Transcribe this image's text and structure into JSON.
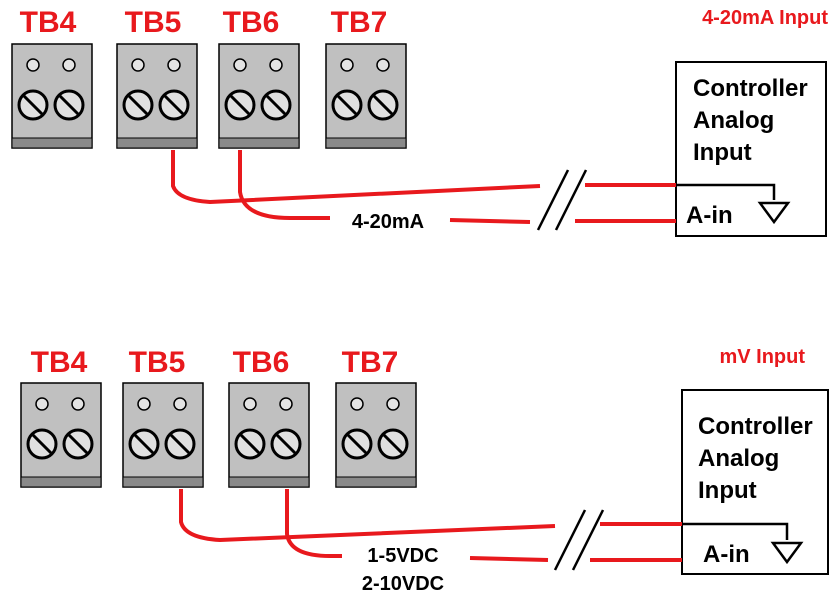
{
  "colors": {
    "label_red": "#e8191d",
    "wire_red": "#e8191d",
    "block_fill": "#c0c0c0",
    "block_shadow": "#8a8a8a",
    "stroke": "#000000"
  },
  "diagrams": [
    {
      "title": "4-20mA Input",
      "terminals": [
        {
          "label": "TB4"
        },
        {
          "label": "TB5"
        },
        {
          "label": "TB6"
        },
        {
          "label": "TB7"
        }
      ],
      "controller": {
        "lines": [
          "Controller",
          "Analog",
          "Input"
        ],
        "pin_label": "A-in"
      },
      "signal_labels": [
        "4-20mA"
      ]
    },
    {
      "title": "mV Input",
      "terminals": [
        {
          "label": "TB4"
        },
        {
          "label": "TB5"
        },
        {
          "label": "TB6"
        },
        {
          "label": "TB7"
        }
      ],
      "controller": {
        "lines": [
          "Controller",
          "Analog",
          "Input"
        ],
        "pin_label": "A-in"
      },
      "signal_labels": [
        "1-5VDC",
        "2-10VDC"
      ]
    }
  ]
}
